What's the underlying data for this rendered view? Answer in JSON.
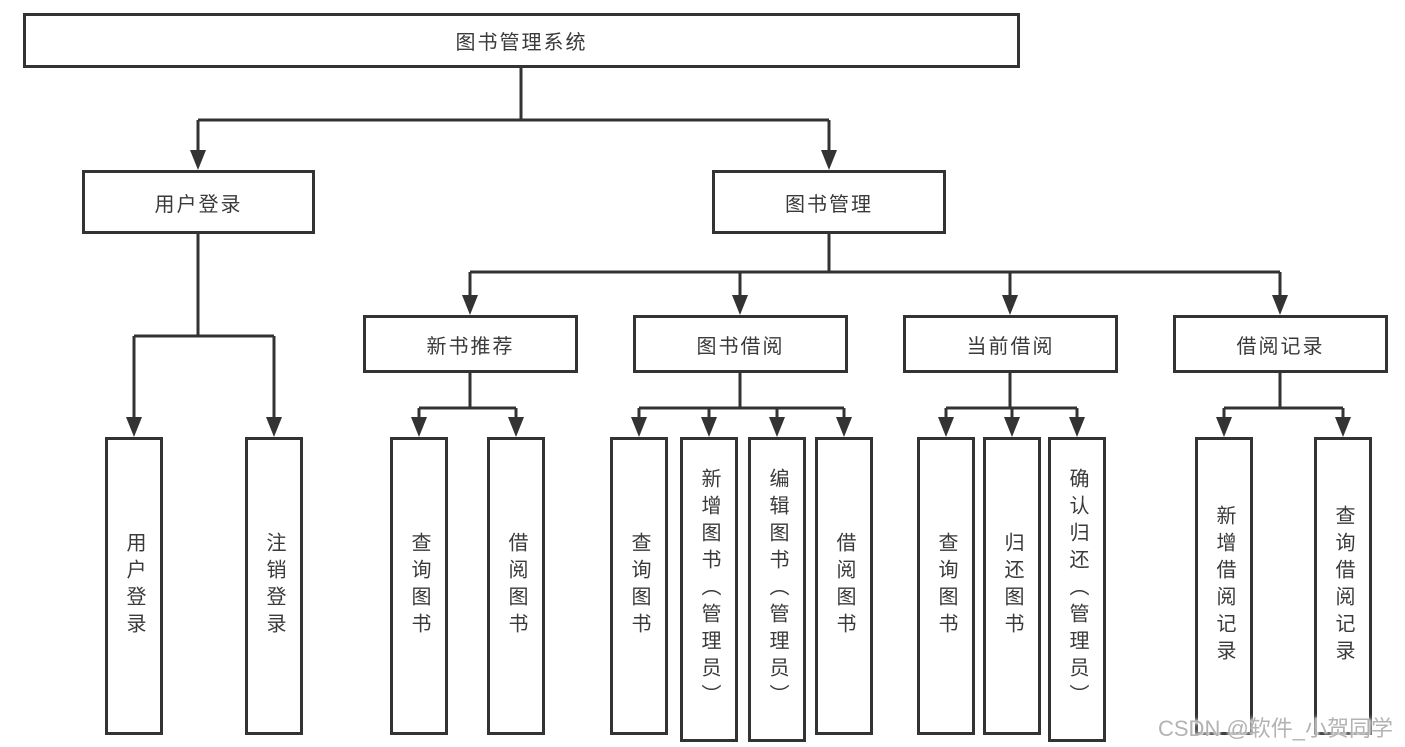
{
  "tree": {
    "label": "图书管理系统",
    "children": [
      {
        "label": "用户登录",
        "children": [
          {
            "label": "用户登录"
          },
          {
            "label": "注销登录"
          }
        ]
      },
      {
        "label": "图书管理",
        "children": [
          {
            "label": "新书推荐",
            "children": [
              {
                "label": "查询图书"
              },
              {
                "label": "借阅图书"
              }
            ]
          },
          {
            "label": "图书借阅",
            "children": [
              {
                "label": "查询图书"
              },
              {
                "label": "新增图书（管理员）"
              },
              {
                "label": "编辑图书（管理员）"
              },
              {
                "label": "借阅图书"
              }
            ]
          },
          {
            "label": "当前借阅",
            "children": [
              {
                "label": "查询图书"
              },
              {
                "label": "归还图书"
              },
              {
                "label": "确认归还（管理员）"
              }
            ]
          },
          {
            "label": "借阅记录",
            "children": [
              {
                "label": "新增借阅记录"
              },
              {
                "label": "查询借阅记录"
              }
            ]
          }
        ]
      }
    ]
  },
  "watermark": {
    "text": "CSDN @软件_小贺同学"
  },
  "colors": {
    "line": "#333333",
    "text": "#3a3a3a",
    "background": "#ffffff",
    "watermark": "#b3b3b3"
  }
}
